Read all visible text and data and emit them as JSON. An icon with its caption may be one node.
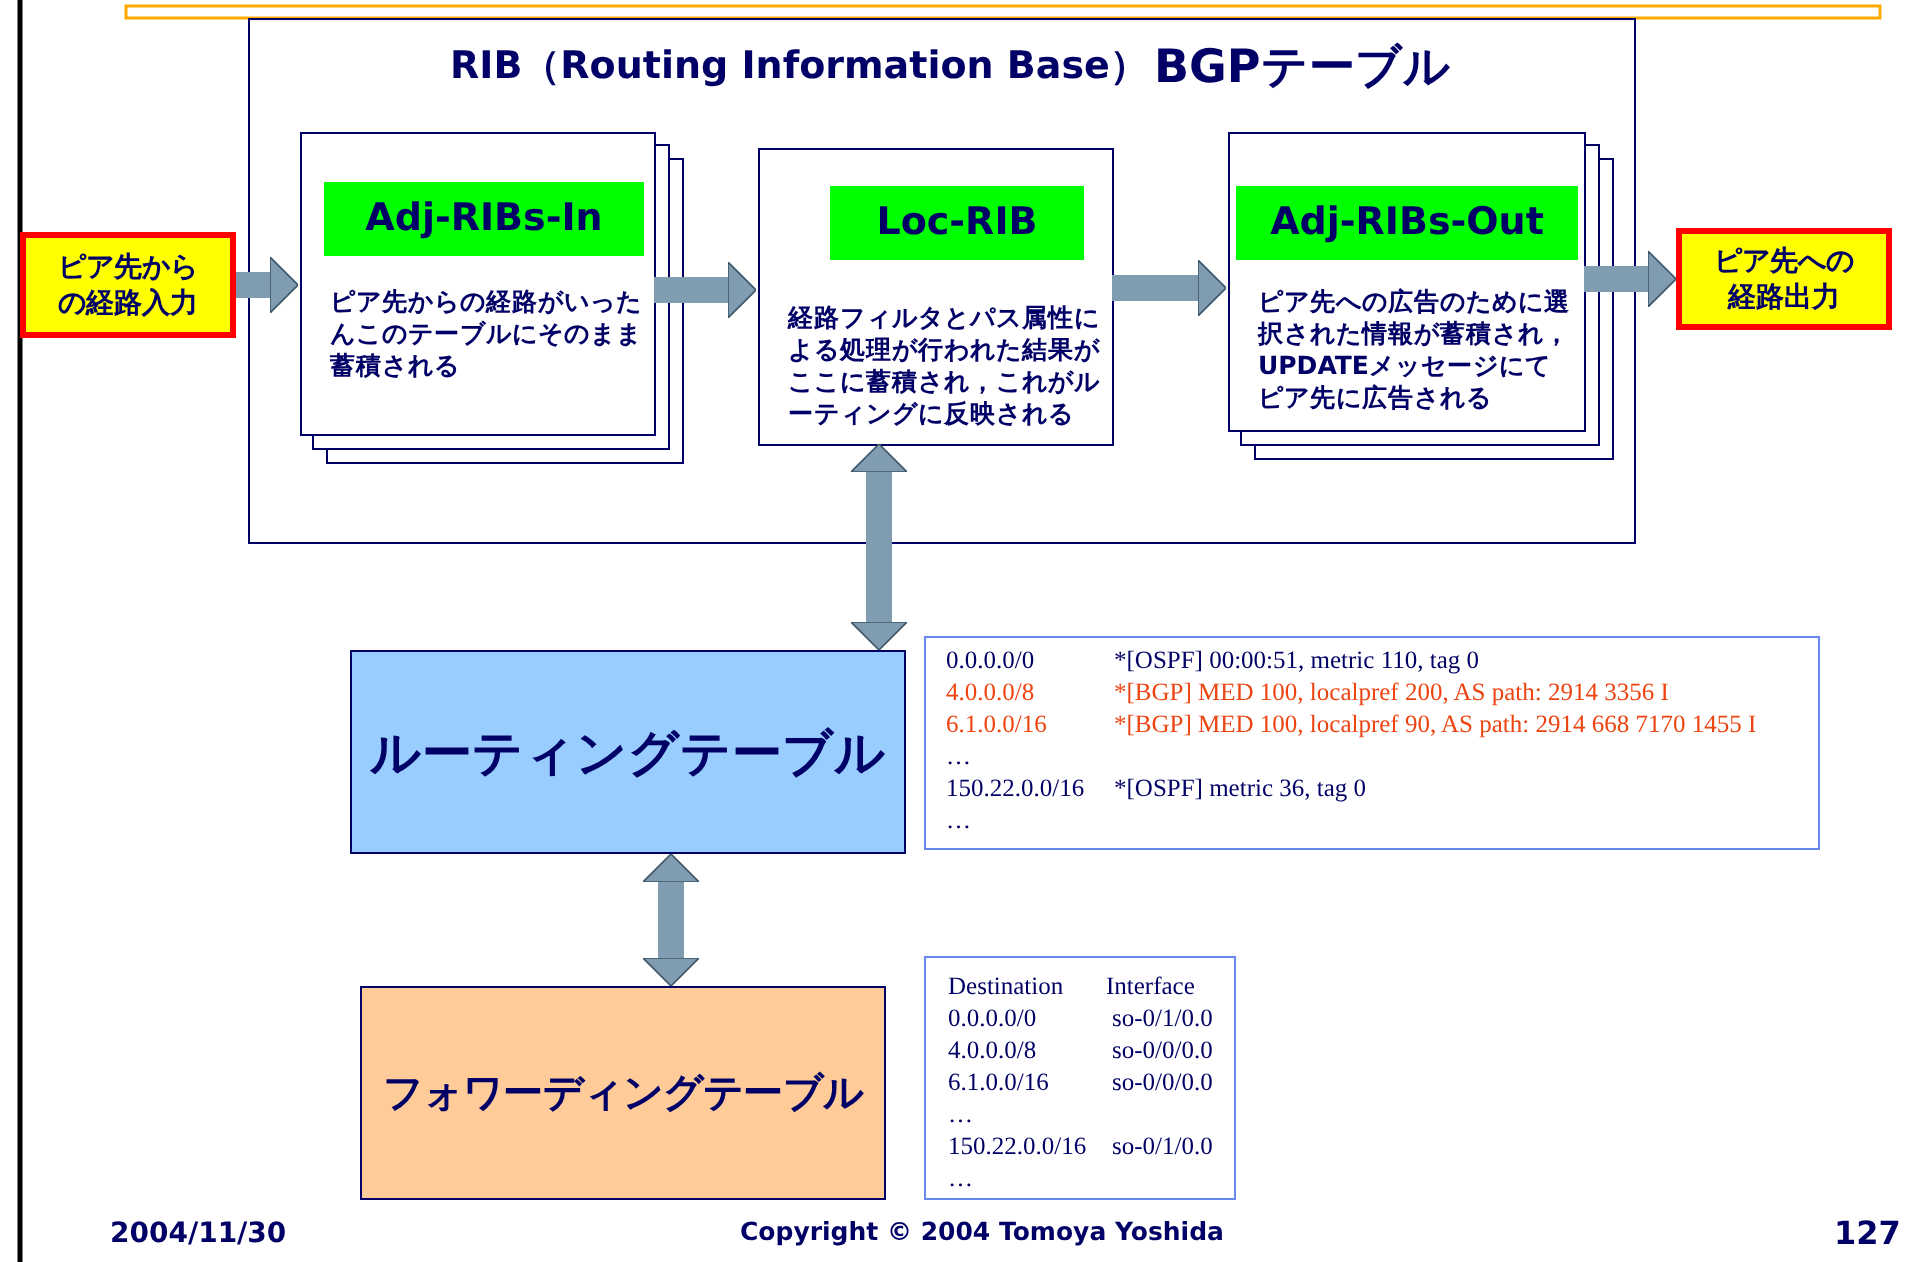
{
  "diagram": {
    "nodes": [
      {
        "text": [
          "RIB（Routing Information Base）",
          "BGPテーブル"
        ]
      },
      {
        "text": [
          "Adj-RIBs-In",
          "ピア先からの経路がいったんこのテーブルにそのまま蓄積される"
        ],
        "in": 0
      },
      {
        "text": [
          "Loc-RIB",
          "経路フィルタとパス属性による処理が行われた結果がここに蓄積され，これがルーティングに反映される"
        ],
        "in": 0
      },
      {
        "text": [
          "Adj-RIBs-Out",
          "ピア先への広告のために選択された情報が蓄積され，UPDATEメッセージにてピア先に広告される"
        ],
        "in": 0
      },
      {
        "text": [
          "ピア先からの経路入力"
        ]
      },
      {
        "text": [
          "ピア先への経路出力"
        ]
      },
      {
        "text": [
          "ルーティングテーブル"
        ]
      },
      {
        "text": [
          "フォワーディングテーブル"
        ]
      },
      {
        "text": [
          "0.0.0.0/0",
          "*[OSPF] 00:00:51, metric 110, tag 0",
          "4.0.0.0/8",
          "*[BGP] MED 100, localpref 200, AS path: 2914 3356 I",
          "6.1.0.0/16",
          "*[BGP] MED 100, localpref 90, AS path: 2914 668 7170 1455 I",
          "…",
          "150.22.0.0/16",
          "*[OSPF] metric 36, tag 0",
          "…"
        ]
      },
      {
        "text": [
          "Destination",
          "Interface",
          "0.0.0.0/0",
          "so-0/1/0.0",
          "4.0.0.0/8",
          "so-0/0/0.0",
          "6.1.0.0/16",
          "so-0/0/0.0",
          "…",
          "150.22.0.0/16",
          "so-0/1/0.0",
          "…"
        ]
      }
    ],
    "edges": [
      {
        "from": 4,
        "to": 1,
        "arrow": "to"
      },
      {
        "from": 1,
        "to": 2,
        "arrow": "to"
      },
      {
        "from": 2,
        "to": 3,
        "arrow": "to"
      },
      {
        "from": 3,
        "to": 5,
        "arrow": "to"
      },
      {
        "from": 2,
        "to": 6,
        "arrow": "both"
      },
      {
        "from": 6,
        "to": 7,
        "arrow": "both"
      }
    ],
    "labels": [
      "2004/11/30",
      "Copyright © 2004 Tomoya Yoshida",
      "127"
    ]
  }
}
